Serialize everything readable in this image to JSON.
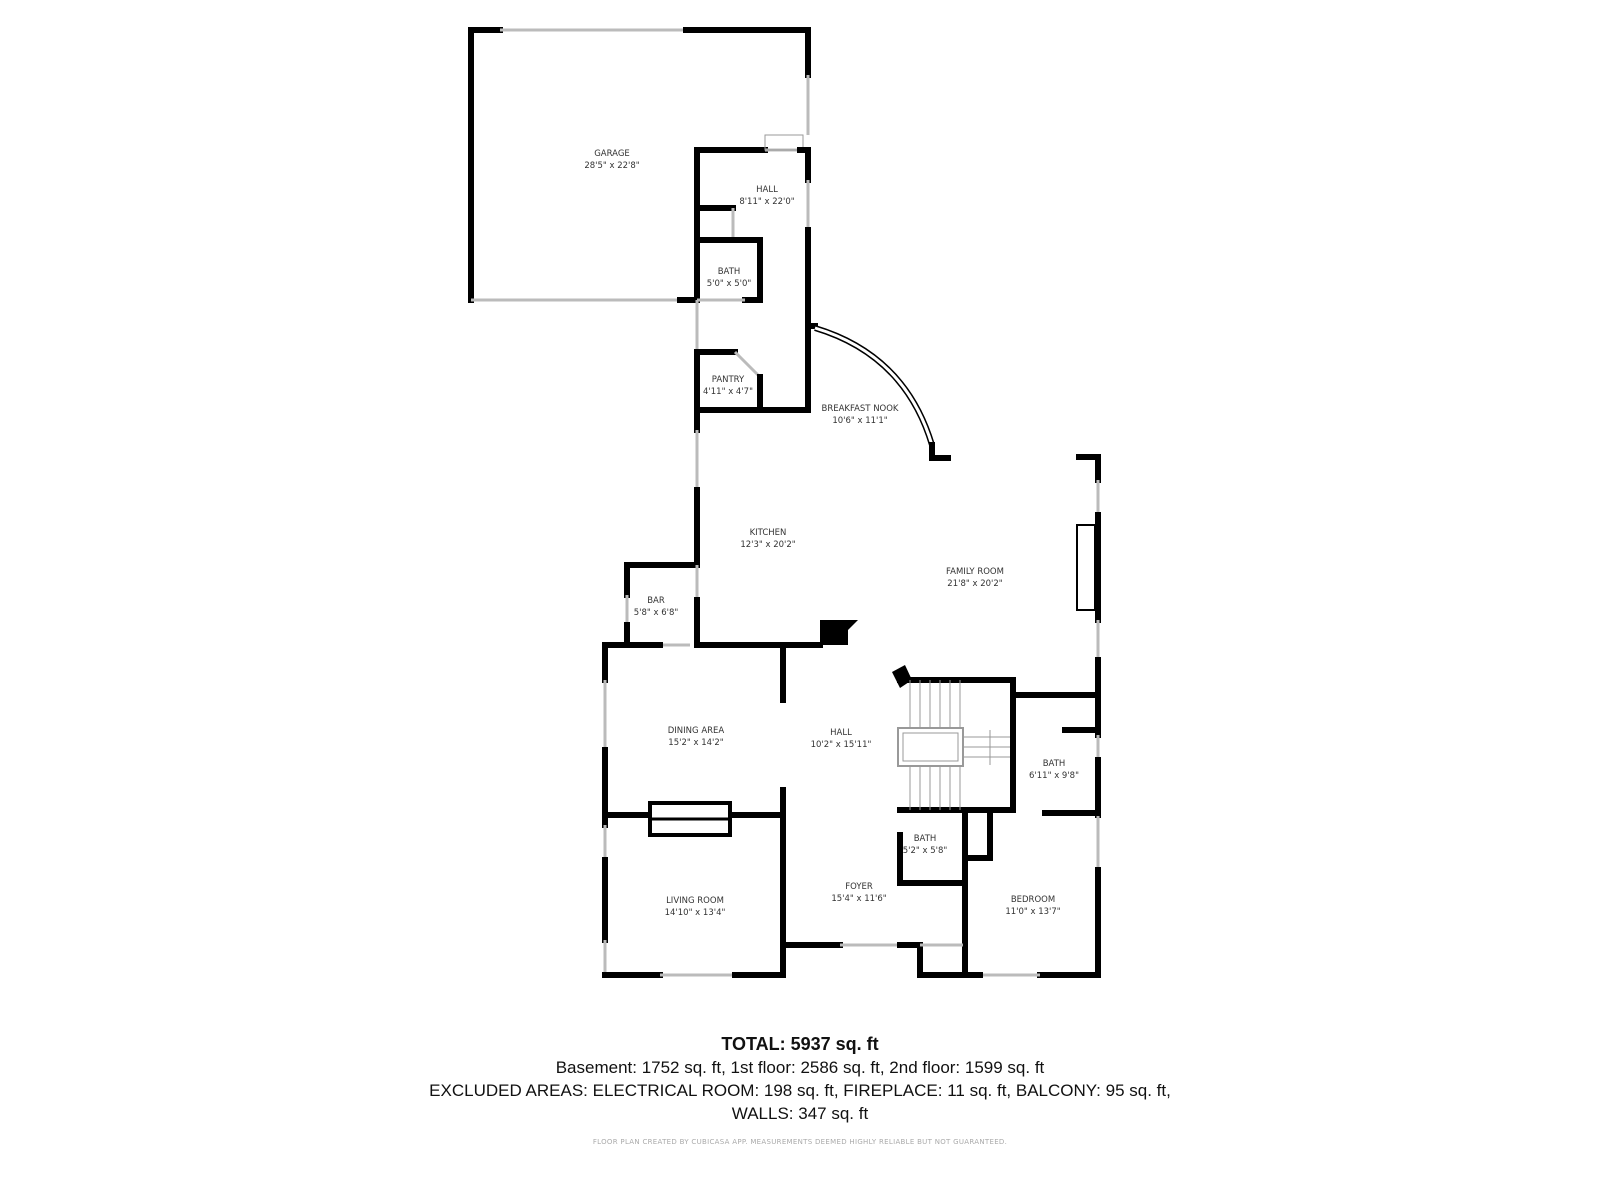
{
  "rooms": [
    {
      "name": "GARAGE",
      "size": "28'5\" x 22'8\""
    },
    {
      "name": "HALL",
      "size": "8'11\" x 22'0\""
    },
    {
      "name": "BATH",
      "size": "5'0\" x 5'0\""
    },
    {
      "name": "PANTRY",
      "size": "4'11\" x 4'7\""
    },
    {
      "name": "BREAKFAST NOOK",
      "size": "10'6\" x 11'1\""
    },
    {
      "name": "KITCHEN",
      "size": "12'3\" x 20'2\""
    },
    {
      "name": "FAMILY ROOM",
      "size": "21'8\" x 20'2\""
    },
    {
      "name": "BAR",
      "size": "5'8\" x 6'8\""
    },
    {
      "name": "DINING AREA",
      "size": "15'2\" x 14'2\""
    },
    {
      "name": "HALL",
      "size": "10'2\" x 15'11\""
    },
    {
      "name": "BATH",
      "size": "6'11\" x 9'8\""
    },
    {
      "name": "BATH",
      "size": "5'2\" x 5'8\""
    },
    {
      "name": "LIVING ROOM",
      "size": "14'10\" x 13'4\""
    },
    {
      "name": "FOYER",
      "size": "15'4\" x 11'6\""
    },
    {
      "name": "BEDROOM",
      "size": "11'0\" x 13'7\""
    }
  ],
  "summary": {
    "total": "TOTAL: 5937 sq. ft",
    "floors": "Basement: 1752 sq. ft, 1st floor: 2586 sq. ft, 2nd floor: 1599 sq. ft",
    "excluded": "EXCLUDED AREAS: ELECTRICAL ROOM: 198 sq. ft, FIREPLACE: 11 sq. ft, BALCONY: 95 sq. ft,",
    "walls": "WALLS: 347 sq. ft"
  },
  "credit": "FLOOR PLAN CREATED BY CUBICASA APP. MEASUREMENTS DEEMED HIGHLY RELIABLE BUT NOT GUARANTEED."
}
